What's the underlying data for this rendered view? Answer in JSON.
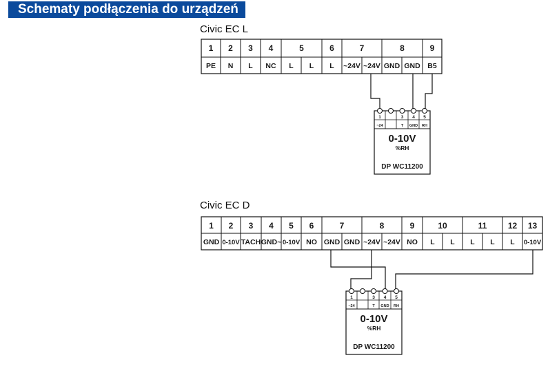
{
  "header": {
    "title": "Schematy podłączenia do urządzeń"
  },
  "diagrams": [
    {
      "title": "Civic EC L",
      "header_cells": [
        "1",
        "2",
        "3",
        "4",
        "5",
        "6",
        "7",
        "8",
        "9"
      ],
      "terminals": [
        "PE",
        "N",
        "L",
        "NC",
        "L",
        "L",
        "L",
        "~24V",
        "~24V",
        "GND",
        "GND",
        "B5"
      ],
      "device": {
        "pin_numbers": [
          "1",
          "",
          "3",
          "4",
          "5"
        ],
        "pin_labels": [
          "~24",
          "",
          "T",
          "GND",
          "RH"
        ],
        "signal": "0-10V",
        "unit": "%RH",
        "model": "DP WC11200"
      }
    },
    {
      "title": "Civic EC D",
      "header_cells": [
        "1",
        "2",
        "3",
        "4",
        "5",
        "6",
        "7",
        "8",
        "9",
        "10",
        "11",
        "12",
        "13"
      ],
      "terminals": [
        "GND",
        "0-10V",
        "TACH",
        "GND~",
        "0-10V",
        "NO",
        "GND",
        "GND",
        "~24V",
        "~24V",
        "NO",
        "L",
        "L",
        "L",
        "L",
        "L",
        "0-10V"
      ],
      "device": {
        "pin_numbers": [
          "1",
          "",
          "3",
          "4",
          "5"
        ],
        "pin_labels": [
          "~24",
          "",
          "T",
          "GND",
          "RH"
        ],
        "signal": "0-10V",
        "unit": "%RH",
        "model": "DP WC11200"
      }
    }
  ]
}
